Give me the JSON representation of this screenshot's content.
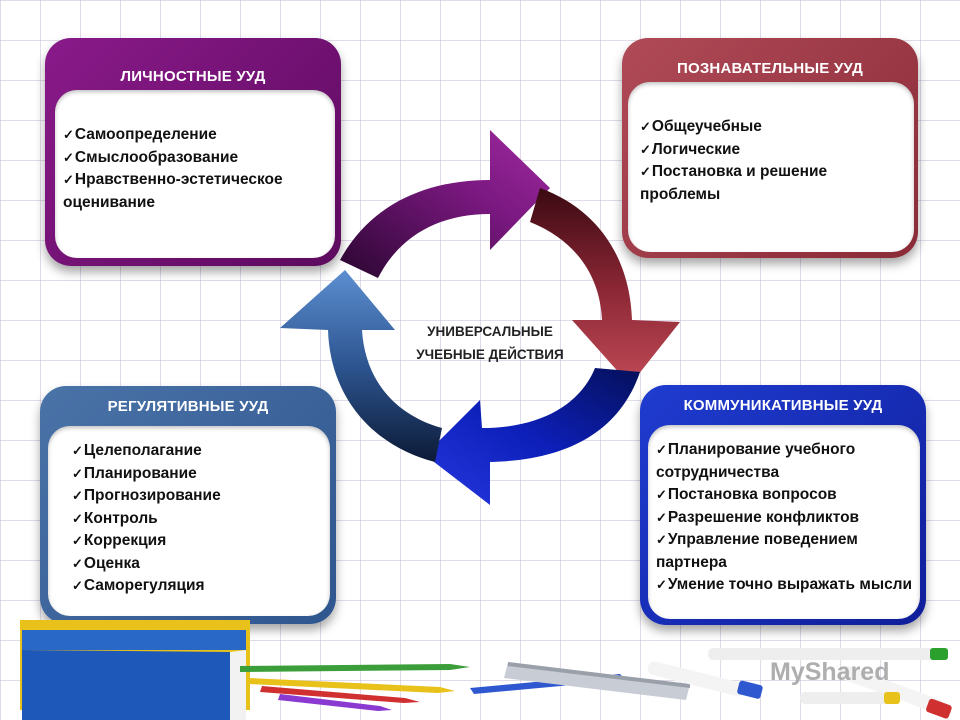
{
  "center_label": {
    "line1": "УНИВЕРСАЛЬНЫЕ",
    "line2": "УЧЕБНЫЕ ДЕЙСТВИЯ"
  },
  "cards": {
    "personal": {
      "title": "ЛИЧНОСТНЫЕ УУД",
      "color": "#7a147c",
      "items": [
        "Самоопределение",
        "Смыслообразование",
        "Нравственно-эстетическое оценивание"
      ]
    },
    "cognitive": {
      "title": "ПОЗНАВАТЕЛЬНЫЕ УУД",
      "color": "#a23d4a",
      "items": [
        "Общеучебные",
        "Логические",
        "Постановка и решение проблемы"
      ]
    },
    "regulatory": {
      "title": "РЕГУЛЯТИВНЫЕ УУД",
      "color": "#3d6aa0",
      "items": [
        "Целеполагание",
        "Планирование",
        "Прогнозирование",
        "Контроль",
        "Коррекция",
        "Оценка",
        "Саморегуляция"
      ]
    },
    "communicative": {
      "title": "КОММУНИКАТИВНЫЕ УУД",
      "color": "#1a32c0",
      "items": [
        "Планирование учебного сотрудничества",
        "Постановка вопросов",
        "Разрешение конфликтов",
        "Управление поведением партнера",
        "Умение точно выражать мысли"
      ]
    }
  },
  "watermark": "MyShared",
  "cycle_arrow_colors": [
    "#6e1068",
    "#9a2f3c",
    "#1521b8",
    "#3a6aa8"
  ]
}
